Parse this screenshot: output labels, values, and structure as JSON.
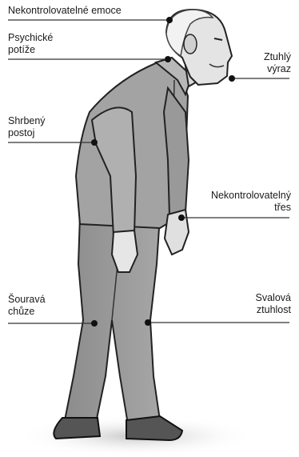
{
  "labels": {
    "emotions": "Nekontrolovatelné emoce",
    "psychological_1": "Psychické",
    "psychological_2": "potíže",
    "stiff_face_1": "Ztuhlý",
    "stiff_face_2": "výraz",
    "stooped_1": "Shrbený",
    "stooped_2": "postoj",
    "tremor_1": "Nekontrolovatelný",
    "tremor_2": "třes",
    "shuffle_1": "Šouravá",
    "shuffle_2": "chůze",
    "rigidity_1": "Svalová",
    "rigidity_2": "ztuhlost"
  }
}
